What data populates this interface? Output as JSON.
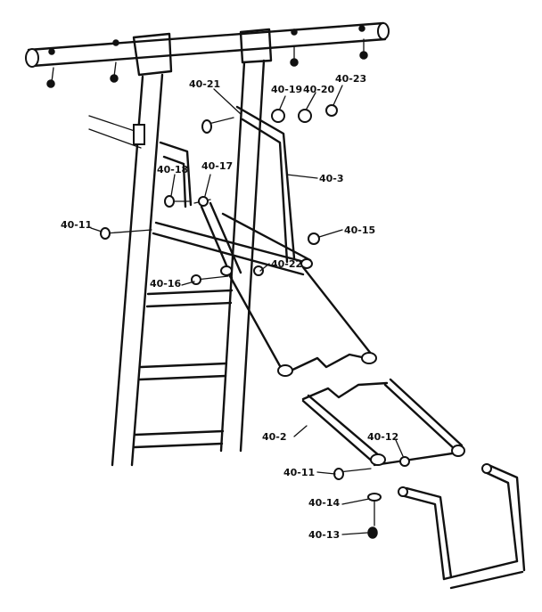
{
  "labels": [
    "40-21",
    "40-19",
    "40-20",
    "40-23",
    "40-18",
    "40-17",
    "40-3",
    "40-11",
    "40-15",
    "40-22",
    "40-16",
    "40-2",
    "40-12",
    "40-11",
    "40-14",
    "40-13"
  ]
}
